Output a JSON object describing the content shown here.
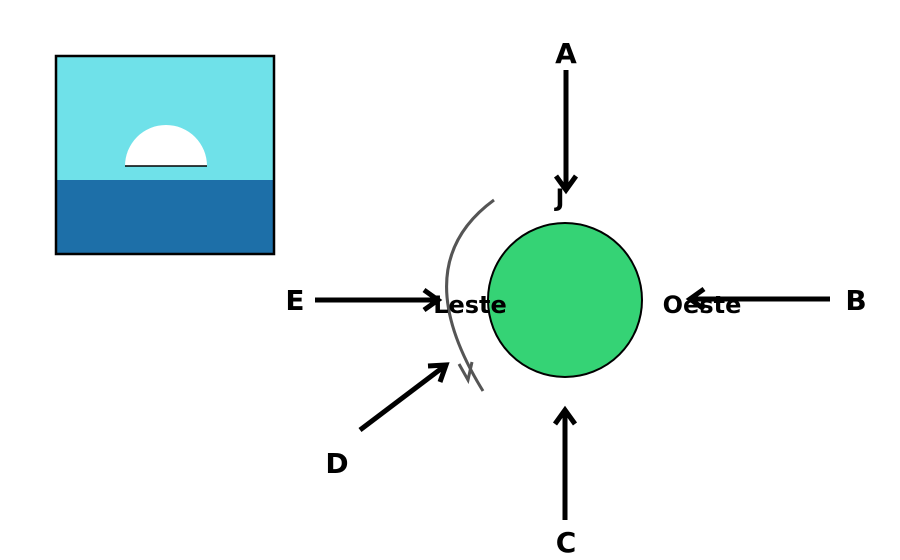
{
  "scene": {
    "sky_color": "#6fe1e9",
    "sea_color": "#1d6fa8",
    "sun_color": "#ffffff",
    "frame_color": "#000000"
  },
  "globe": {
    "color": "#35d375",
    "side_left_label": "Leste",
    "side_right_label": "Oeste",
    "top_mark": "J",
    "rotation_arrow_color": "#555555"
  },
  "arrows": {
    "a": "A",
    "b": "B",
    "c": "C",
    "d": "D",
    "e": "E",
    "color": "#000000"
  }
}
